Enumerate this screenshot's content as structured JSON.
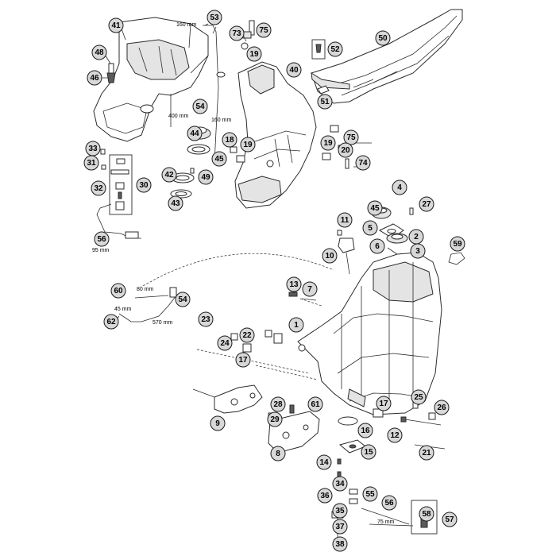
{
  "diagram": {
    "callouts": [
      {
        "id": "c41",
        "label": "41"
      },
      {
        "id": "c53",
        "label": "53"
      },
      {
        "id": "c73",
        "label": "73"
      },
      {
        "id": "c75a",
        "label": "75"
      },
      {
        "id": "c19a",
        "label": "19"
      },
      {
        "id": "c52",
        "label": "52"
      },
      {
        "id": "c50",
        "label": "50"
      },
      {
        "id": "c48",
        "label": "48"
      },
      {
        "id": "c46",
        "label": "46"
      },
      {
        "id": "c40",
        "label": "40"
      },
      {
        "id": "c51",
        "label": "51"
      },
      {
        "id": "c54a",
        "label": "54"
      },
      {
        "id": "c44",
        "label": "44"
      },
      {
        "id": "c18",
        "label": "18"
      },
      {
        "id": "c19b",
        "label": "19"
      },
      {
        "id": "c45a",
        "label": "45"
      },
      {
        "id": "c19c",
        "label": "19"
      },
      {
        "id": "c75b",
        "label": "75"
      },
      {
        "id": "c20",
        "label": "20"
      },
      {
        "id": "c74",
        "label": "74"
      },
      {
        "id": "c33",
        "label": "33"
      },
      {
        "id": "c31",
        "label": "31"
      },
      {
        "id": "c32",
        "label": "32"
      },
      {
        "id": "c30",
        "label": "30"
      },
      {
        "id": "c42",
        "label": "42"
      },
      {
        "id": "c49",
        "label": "49"
      },
      {
        "id": "c43",
        "label": "43"
      },
      {
        "id": "c4",
        "label": "4"
      },
      {
        "id": "c45b",
        "label": "45"
      },
      {
        "id": "c27",
        "label": "27"
      },
      {
        "id": "c11",
        "label": "11"
      },
      {
        "id": "c5",
        "label": "5"
      },
      {
        "id": "c2",
        "label": "2"
      },
      {
        "id": "c6",
        "label": "6"
      },
      {
        "id": "c3",
        "label": "3"
      },
      {
        "id": "c56a",
        "label": "56"
      },
      {
        "id": "c59",
        "label": "59"
      },
      {
        "id": "c10",
        "label": "10"
      },
      {
        "id": "c13",
        "label": "13"
      },
      {
        "id": "c7",
        "label": "7"
      },
      {
        "id": "c60",
        "label": "60"
      },
      {
        "id": "c54b",
        "label": "54"
      },
      {
        "id": "c62",
        "label": "62"
      },
      {
        "id": "c23",
        "label": "23"
      },
      {
        "id": "c1",
        "label": "1"
      },
      {
        "id": "c24",
        "label": "24"
      },
      {
        "id": "c22",
        "label": "22"
      },
      {
        "id": "c17a",
        "label": "17"
      },
      {
        "id": "c25",
        "label": "25"
      },
      {
        "id": "c17b",
        "label": "17"
      },
      {
        "id": "c26",
        "label": "26"
      },
      {
        "id": "c9",
        "label": "9"
      },
      {
        "id": "c28",
        "label": "28"
      },
      {
        "id": "c61",
        "label": "61"
      },
      {
        "id": "c29",
        "label": "29"
      },
      {
        "id": "c16",
        "label": "16"
      },
      {
        "id": "c12",
        "label": "12"
      },
      {
        "id": "c8",
        "label": "8"
      },
      {
        "id": "c15",
        "label": "15"
      },
      {
        "id": "c21",
        "label": "21"
      },
      {
        "id": "c14",
        "label": "14"
      },
      {
        "id": "c34",
        "label": "34"
      },
      {
        "id": "c36",
        "label": "36"
      },
      {
        "id": "c55",
        "label": "55"
      },
      {
        "id": "c56b",
        "label": "56"
      },
      {
        "id": "c35",
        "label": "35"
      },
      {
        "id": "c58",
        "label": "58"
      },
      {
        "id": "c57",
        "label": "57"
      },
      {
        "id": "c37",
        "label": "37"
      },
      {
        "id": "c38",
        "label": "38"
      }
    ],
    "dimensions": [
      {
        "id": "d160a",
        "text": "160 mm"
      },
      {
        "id": "d400",
        "text": "400 mm"
      },
      {
        "id": "d160b",
        "text": "160 mm"
      },
      {
        "id": "d95",
        "text": "95 mm"
      },
      {
        "id": "d80",
        "text": "80 mm"
      },
      {
        "id": "d45",
        "text": "45 mm"
      },
      {
        "id": "d570",
        "text": "570 mm"
      },
      {
        "id": "d75",
        "text": "75 mm"
      }
    ]
  }
}
